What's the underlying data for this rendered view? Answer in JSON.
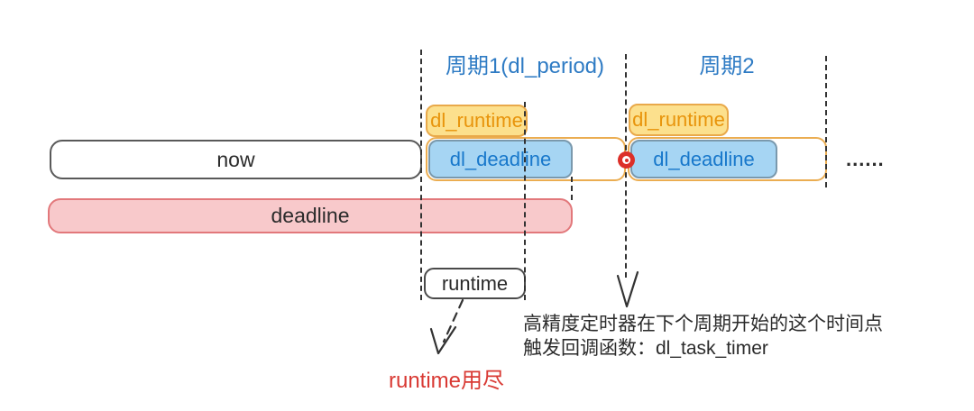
{
  "periods": [
    {
      "label": "周期1(dl_period)"
    },
    {
      "label": "周期2"
    }
  ],
  "period_boxes": [
    {
      "runtime_label": "dl_runtime",
      "deadline_label": "dl_deadline"
    },
    {
      "runtime_label": "dl_runtime",
      "deadline_label": "dl_deadline"
    }
  ],
  "bars": {
    "now": "now",
    "deadline": "deadline",
    "runtime": "runtime"
  },
  "annotations": {
    "runtime_exhausted": "runtime用尽",
    "timer_note_line1": "高精度定时器在下个周期开始的这个时间点",
    "timer_note_line2": "触发回调函数：dl_task_timer",
    "ellipsis": "......"
  },
  "colors": {
    "period_label_blue": "#2E7BC4",
    "dl_runtime_fill": "#FCE08D",
    "dl_runtime_border": "#E9A94A",
    "dl_runtime_text": "#E8940B",
    "dl_deadline_fill": "#A6D5F3",
    "dl_deadline_border": "#7A99AD",
    "dl_deadline_text": "#1878CB",
    "period_container_border": "#EBAD51",
    "deadline_bar_fill": "#F8C9CB",
    "deadline_bar_border": "#E2787B",
    "marker_red": "#DC2F28",
    "warning_text_red": "#D93A34",
    "guide_line": "#333333",
    "text_dark": "#2B2B2B"
  }
}
